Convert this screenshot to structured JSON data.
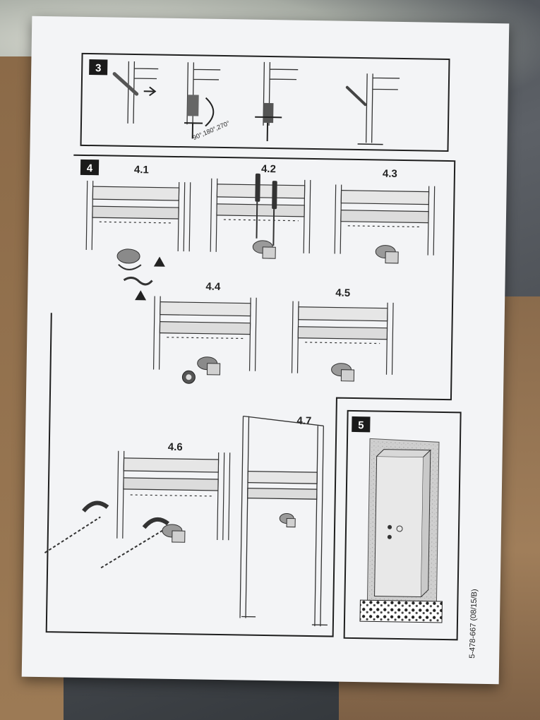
{
  "steps": {
    "s3": {
      "number": "3"
    },
    "s4": {
      "number": "4",
      "sub": [
        "4.1",
        "4.2",
        "4.3",
        "4.4",
        "4.5",
        "4.6",
        "4.7"
      ]
    },
    "s5": {
      "number": "5"
    }
  },
  "angle_text": "90°,180°,270°",
  "doc_code": "5-478-667  (08/15/B)",
  "colors": {
    "paper": "#f3f4f6",
    "ink": "#1f1f1f",
    "gray": "#8c8c8c"
  }
}
